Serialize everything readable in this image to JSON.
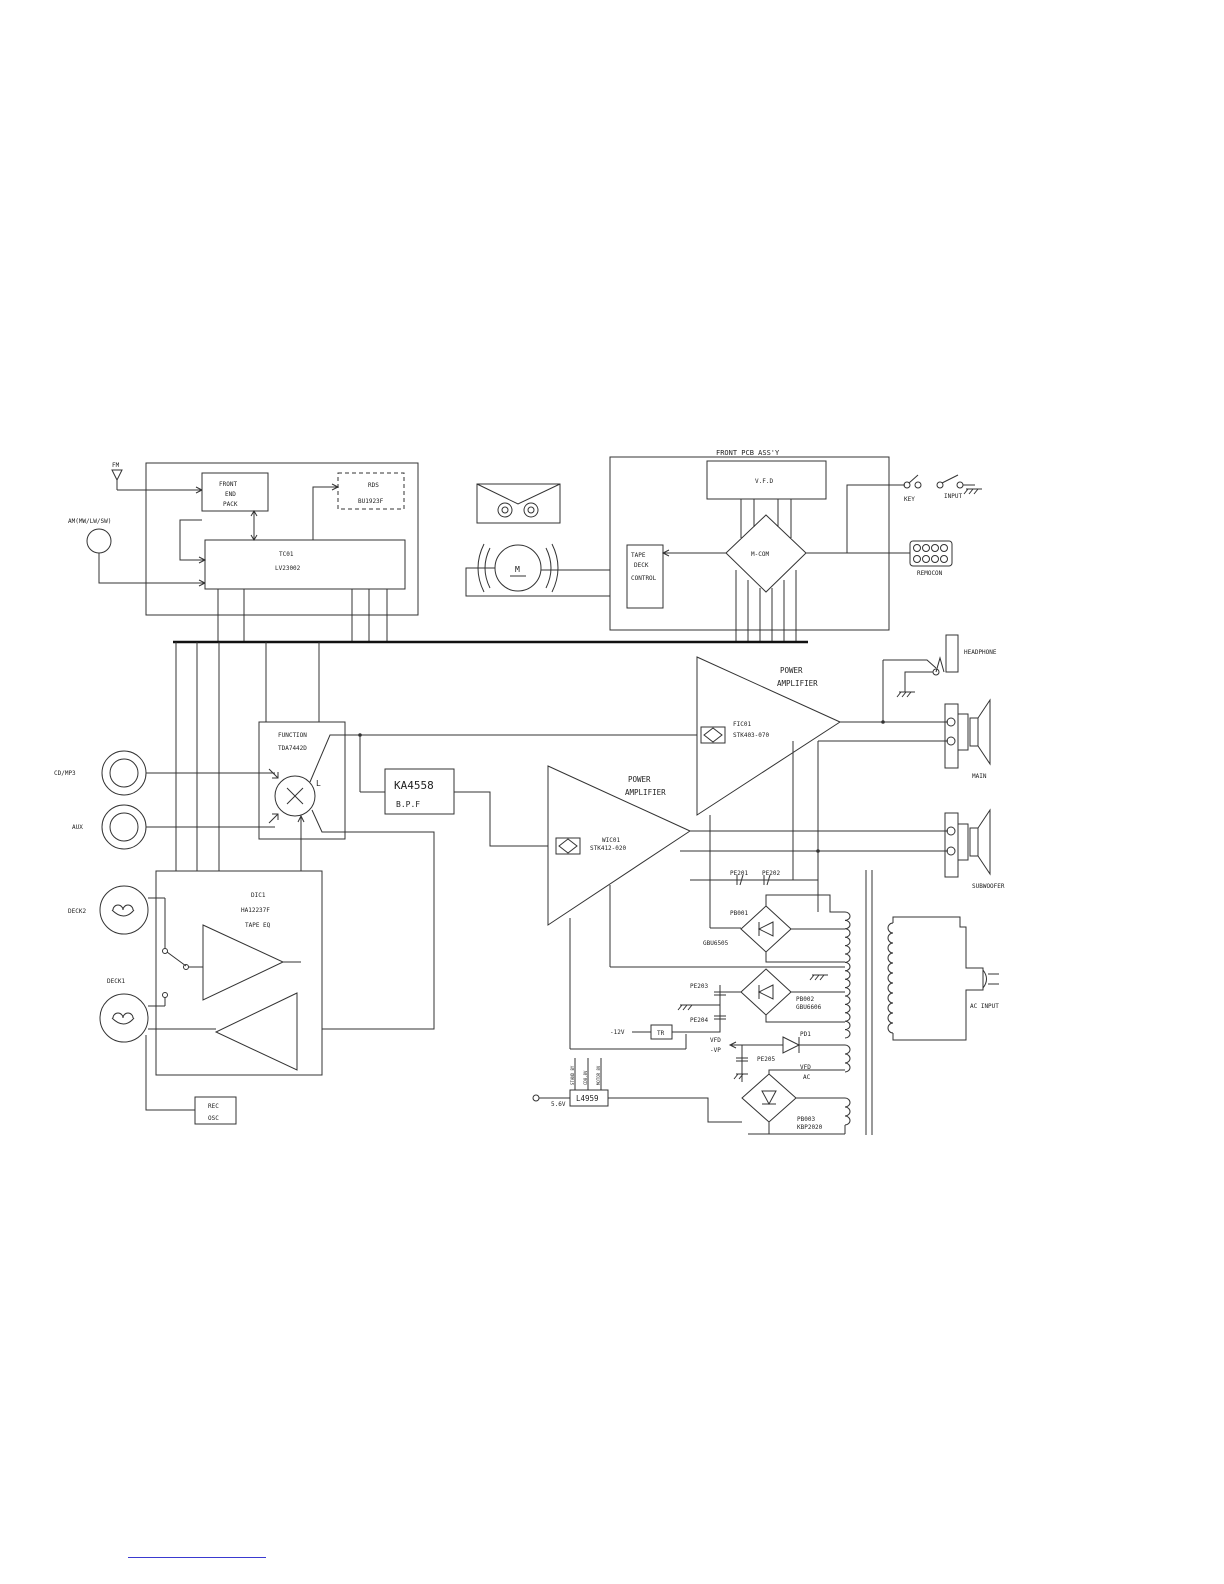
{
  "labels": {
    "fm": "FM",
    "am": "AM(MW/LW/SW)",
    "front_end": [
      "FRONT",
      "END",
      "PACK"
    ],
    "rds": [
      "RDS",
      "BU1923F"
    ],
    "tuner": [
      "TC01",
      "LV23002"
    ],
    "front_pcb": "FRONT PCB ASS'Y",
    "vfd": "V.F.D",
    "micom": "M-COM",
    "tape_deck": [
      "TAPE",
      "DECK",
      "CONTROL"
    ],
    "motor": "M",
    "key": "KEY",
    "input": "INPUT",
    "remocon": "REMOCON",
    "headphone": "HEADPHONE",
    "function": [
      "FUNCTION",
      "TDA7442D"
    ],
    "cd_mp3": "CD/MP3",
    "aux": "AUX",
    "l": "L",
    "ka4558": [
      "KA4558",
      "B.P.F"
    ],
    "power_amp_main": [
      "POWER",
      "AMPLIFIER"
    ],
    "fic01": [
      "FIC01",
      "STK403-070"
    ],
    "power_amp_sub": [
      "POWER",
      "AMPLIFIER"
    ],
    "wic01": [
      "WIC01",
      "STK412-020"
    ],
    "main": "MAIN",
    "subwoofer": "SUBWOOFER",
    "tape_eq": [
      "DIC1",
      "HA12237F",
      "TAPE EQ"
    ],
    "deck2": "DECK2",
    "deck1": "DECK1",
    "rec_osc": [
      "REC",
      "OSC"
    ],
    "pe201": "PE201",
    "pe202": "PE202",
    "pb001": [
      "PB001",
      "GBU6505"
    ],
    "pe203": "PE203",
    "pe204": "PE204",
    "pb002": [
      "PB002",
      "GBU6606"
    ],
    "minus12v": "-12V",
    "tr": "TR",
    "vfd_vp": [
      "VFD",
      "-VP"
    ],
    "pd1": "PD1",
    "pe205": "PE205",
    "vfd_ac": [
      "VFD",
      "AC"
    ],
    "l4959": "L4959",
    "l4959_pins": [
      "STAND BY",
      "CD8.8V",
      "MOTOR 8V"
    ],
    "v56": "5.6V",
    "pb003": [
      "PB003",
      "KBP2020"
    ],
    "ac_input": "AC INPUT"
  },
  "colors": {
    "line": "#333333",
    "bus": "#111111",
    "text": "#222222",
    "footer_link": "#3a3ad0"
  }
}
